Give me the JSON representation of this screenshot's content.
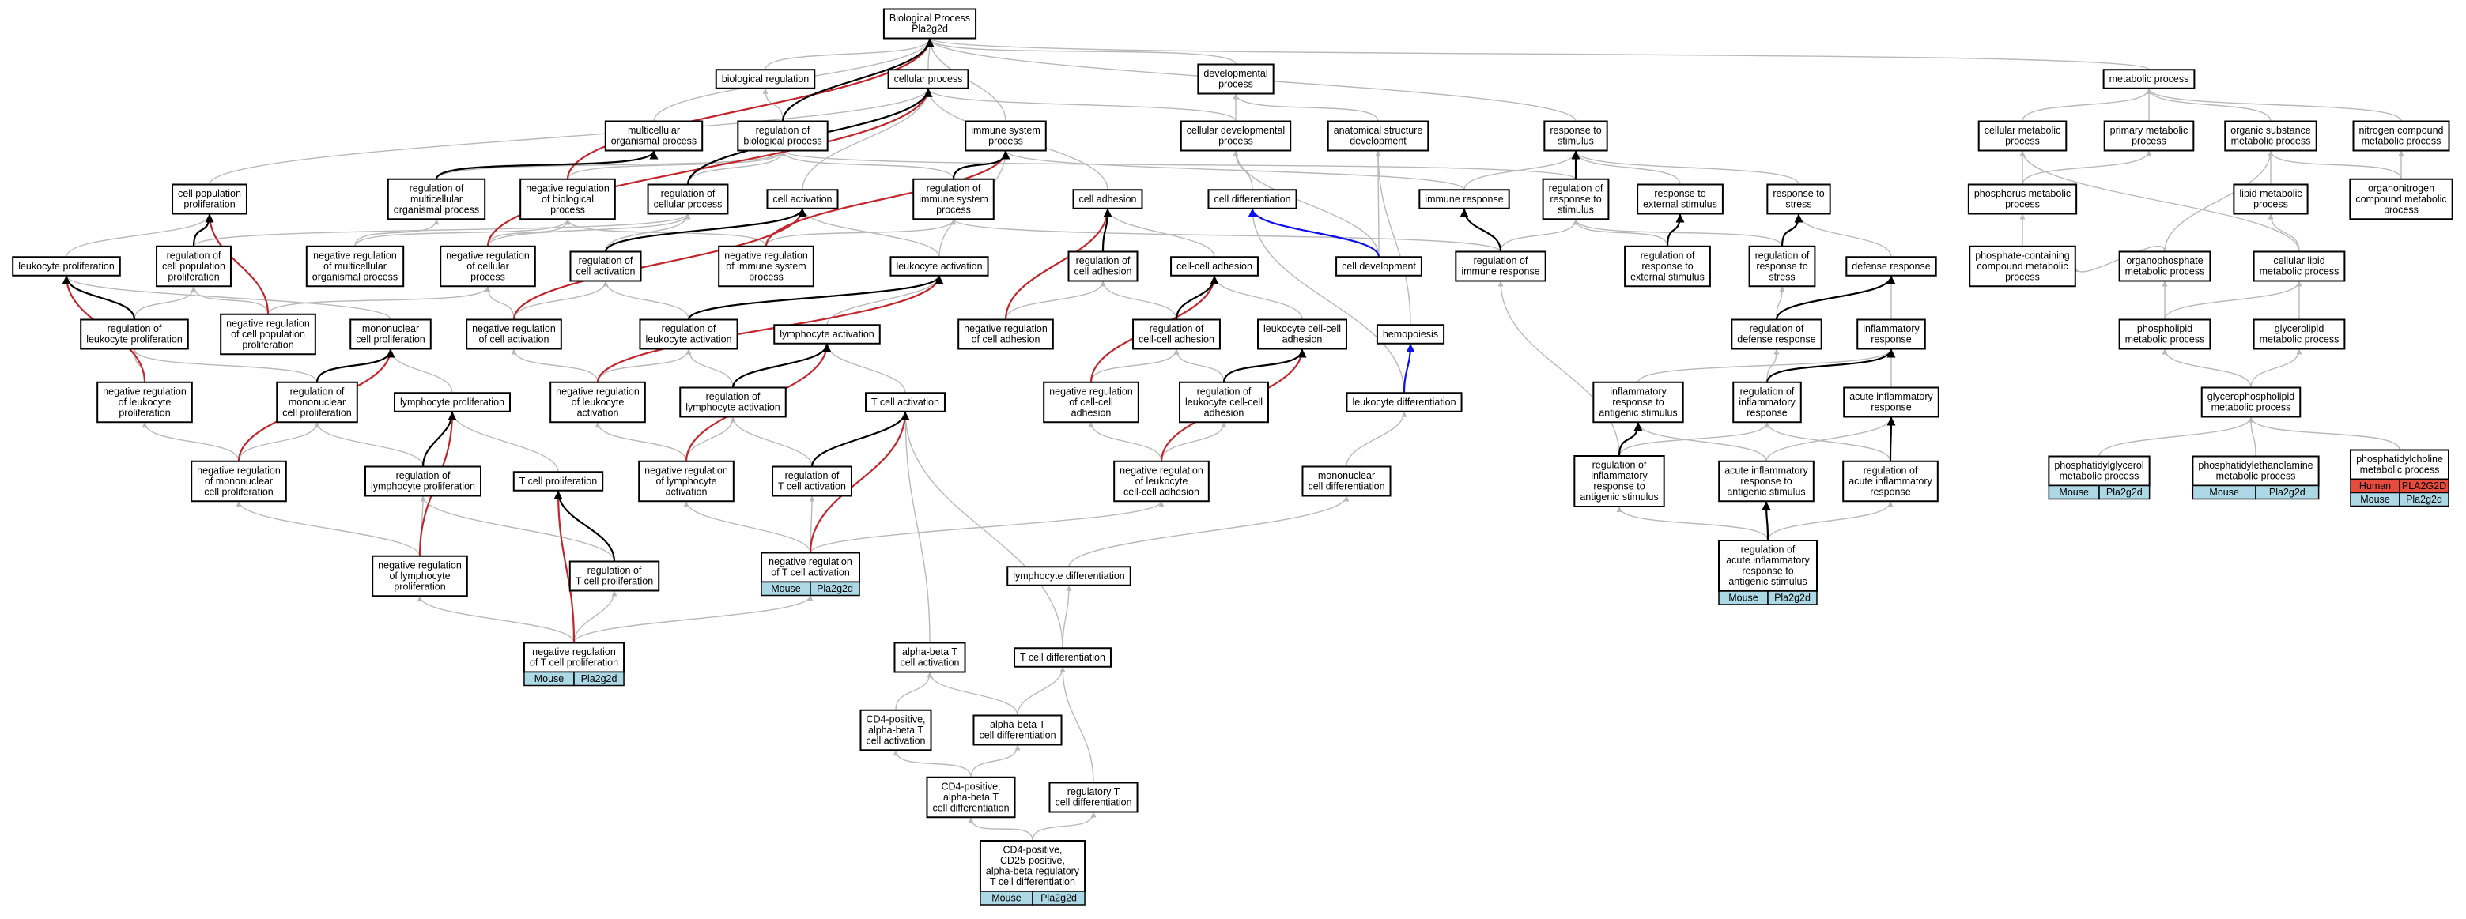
{
  "colors": {
    "gray_edge": "#b9b9b9",
    "black_edge": "#000000",
    "red_edge": "#c0272d",
    "blue_edge": "#1010ee",
    "mouse_tag": "#add8e6",
    "human_tag": "#e64b3c"
  },
  "nodes": {
    "bp": [
      "Biological Process",
      "Pla2g2d"
    ],
    "bioreg": [
      "biological regulation"
    ],
    "cellproc": [
      "cellular process"
    ],
    "devproc": [
      "developmental",
      "process"
    ],
    "metproc": [
      "metabolic process"
    ],
    "multorg": [
      "multicellular",
      "organismal process"
    ],
    "regbio": [
      "regulation of",
      "biological process"
    ],
    "immsys": [
      "immune system",
      "process"
    ],
    "celldev": [
      "cellular developmental",
      "process"
    ],
    "anatdev": [
      "anatomical structure",
      "development"
    ],
    "respstim": [
      "response to",
      "stimulus"
    ],
    "cellmet": [
      "cellular metabolic",
      "process"
    ],
    "primmet": [
      "primary metabolic",
      "process"
    ],
    "orgsub": [
      "organic substance",
      "metabolic process"
    ],
    "nitro": [
      "nitrogen compound",
      "metabolic process"
    ],
    "cellpopprolif": [
      "cell population",
      "proliferation"
    ],
    "regmultorg": [
      "regulation of",
      "multicellular",
      "organismal process"
    ],
    "negregbio": [
      "negative regulation",
      "of biological",
      "process"
    ],
    "regcellproc": [
      "regulation of",
      "cellular process"
    ],
    "cellact": [
      "cell activation"
    ],
    "regimmsys": [
      "regulation of",
      "immune system",
      "process"
    ],
    "celladh": [
      "cell adhesion"
    ],
    "celldiff": [
      "cell differentiation"
    ],
    "immresp": [
      "immune response"
    ],
    "regrespstim": [
      "regulation of",
      "response to",
      "stimulus"
    ],
    "respext": [
      "response to",
      "external stimulus"
    ],
    "respstress": [
      "response to",
      "stress"
    ],
    "phosmet": [
      "phosphorus metabolic",
      "process"
    ],
    "lipmet": [
      "lipid metabolic",
      "process"
    ],
    "organonitro": [
      "organonitrogen",
      "compound metabolic",
      "process"
    ],
    "leukprolif": [
      "leukocyte proliferation"
    ],
    "regcellpop": [
      "regulation of",
      "cell population",
      "proliferation"
    ],
    "negregmultorg": [
      "negative regulation",
      "of multicellular",
      "organismal process"
    ],
    "negregcellproc": [
      "negative regulation",
      "of cellular",
      "process"
    ],
    "regcellact": [
      "regulation of",
      "cell activation"
    ],
    "negregimmsys": [
      "negative regulation",
      "of immune system",
      "process"
    ],
    "leukact": [
      "leukocyte activation"
    ],
    "regcelladh": [
      "regulation of",
      "cell adhesion"
    ],
    "cellcelladh": [
      "cell-cell adhesion"
    ],
    "celldevnode": [
      "cell development"
    ],
    "regimmresp": [
      "regulation of",
      "immune response"
    ],
    "regrespext": [
      "regulation of",
      "response to",
      "external stimulus"
    ],
    "regrespstress": [
      "regulation of",
      "response to",
      "stress"
    ],
    "defresp": [
      "defense response"
    ],
    "phoscont": [
      "phosphate-containing",
      "compound metabolic",
      "process"
    ],
    "organophos": [
      "organophosphate",
      "metabolic process"
    ],
    "celllipid": [
      "cellular lipid",
      "metabolic process"
    ],
    "regleukprolif": [
      "regulation of",
      "leukocyte proliferation"
    ],
    "negregcellpop": [
      "negative regulation",
      "of cell population",
      "proliferation"
    ],
    "mononucprolif": [
      "mononuclear",
      "cell proliferation"
    ],
    "negregcellact": [
      "negative regulation",
      "of cell activation"
    ],
    "regleukact": [
      "regulation of",
      "leukocyte activation"
    ],
    "lymphact": [
      "lymphocyte activation"
    ],
    "negregcelladh": [
      "negative regulation",
      "of cell adhesion"
    ],
    "regcellcelladh": [
      "regulation of",
      "cell-cell adhesion"
    ],
    "leukcelladh": [
      "leukocyte cell-cell",
      "adhesion"
    ],
    "hemopoiesis": [
      "hemopoiesis"
    ],
    "regdefresp": [
      "regulation of",
      "defense response"
    ],
    "inflresp": [
      "inflammatory",
      "response"
    ],
    "phoslipmet": [
      "phospholipid",
      "metabolic process"
    ],
    "glycerolipmet": [
      "glycerolipid",
      "metabolic process"
    ],
    "negregleukprolif": [
      "negative regulation",
      "of leukocyte",
      "proliferation"
    ],
    "regmononucprolif": [
      "regulation of",
      "mononuclear",
      "cell proliferation"
    ],
    "lymphprolif": [
      "lymphocyte proliferation"
    ],
    "negregleukact": [
      "negative regulation",
      "of leukocyte",
      "activation"
    ],
    "reglymphact": [
      "regulation of",
      "lymphocyte activation"
    ],
    "tcellact": [
      "T cell activation"
    ],
    "negregcellcelladh": [
      "negative regulation",
      "of cell-cell",
      "adhesion"
    ],
    "regleukcelladh": [
      "regulation of",
      "leukocyte cell-cell",
      "adhesion"
    ],
    "leukdiff": [
      "leukocyte differentiation"
    ],
    "inflrespantigen": [
      "inflammatory",
      "response to",
      "antigenic stimulus"
    ],
    "reginflresp": [
      "regulation of",
      "inflammatory",
      "response"
    ],
    "acuteinfl": [
      "acute inflammatory",
      "response"
    ],
    "glycerophos": [
      "glycerophospholipid",
      "metabolic process"
    ],
    "negregmononuc": [
      "negative regulation",
      "of mononuclear",
      "cell proliferation"
    ],
    "reglymphprolif": [
      "regulation of",
      "lymphocyte proliferation"
    ],
    "tcellprolif": [
      "T cell proliferation"
    ],
    "negreglymphact": [
      "negative regulation",
      "of lymphocyte",
      "activation"
    ],
    "regtcellact": [
      "regulation of",
      "T cell activation"
    ],
    "negregleukcelladh": [
      "negative regulation",
      "of leukocyte",
      "cell-cell adhesion"
    ],
    "mononucdiff": [
      "mononuclear",
      "cell differentiation"
    ],
    "reginflrespantigen": [
      "regulation of",
      "inflammatory",
      "response to",
      "antigenic stimulus"
    ],
    "acuteinflantigen": [
      "acute inflammatory",
      "response to",
      "antigenic stimulus"
    ],
    "regacuteinfl": [
      "regulation of",
      "acute inflammatory",
      "response"
    ],
    "phosglycerol": [
      "phosphatidylglycerol",
      "metabolic process"
    ],
    "phosethanol": [
      "phosphatidylethanolamine",
      "metabolic process"
    ],
    "phoscholine": [
      "phosphatidylcholine",
      "metabolic process"
    ],
    "negreglymphprolif": [
      "negative regulation",
      "of lymphocyte",
      "proliferation"
    ],
    "regtcellprolif": [
      "regulation of",
      "T cell proliferation"
    ],
    "negregtcellact": [
      "negative regulation",
      "of T cell activation"
    ],
    "lymphdiff": [
      "lymphocyte differentiation"
    ],
    "regacuteinflantigen": [
      "regulation of",
      "acute inflammatory",
      "response to",
      "antigenic stimulus"
    ],
    "negregtcellprolif": [
      "negative regulation",
      "of T cell proliferation"
    ],
    "abtcellact": [
      "alpha-beta T",
      "cell activation"
    ],
    "tcelldiff": [
      "T cell differentiation"
    ],
    "cd4act": [
      "CD4-positive,",
      "alpha-beta T",
      "cell activation"
    ],
    "abtcelldiff": [
      "alpha-beta T",
      "cell differentiation"
    ],
    "cd4diff": [
      "CD4-positive,",
      "alpha-beta T",
      "cell differentiation"
    ],
    "regtdiff": [
      "regulatory T",
      "cell differentiation"
    ],
    "cd25": [
      "CD4-positive,",
      "CD25-positive,",
      "alpha-beta regulatory",
      "T cell differentiation"
    ]
  },
  "annotations": {
    "negregtcellact": [
      [
        "Mouse",
        "Pla2g2d"
      ]
    ],
    "negregtcellprolif": [
      [
        "Mouse",
        "Pla2g2d"
      ]
    ],
    "regacuteinflantigen": [
      [
        "Mouse",
        "Pla2g2d"
      ]
    ],
    "phosglycerol": [
      [
        "Mouse",
        "Pla2g2d"
      ]
    ],
    "phosethanol": [
      [
        "Mouse",
        "Pla2g2d"
      ]
    ],
    "phoscholine": [
      [
        "Human",
        "PLA2G2D"
      ],
      [
        "Mouse",
        "Pla2g2d"
      ]
    ],
    "cd25": [
      [
        "Mouse",
        "Pla2g2d"
      ]
    ]
  }
}
